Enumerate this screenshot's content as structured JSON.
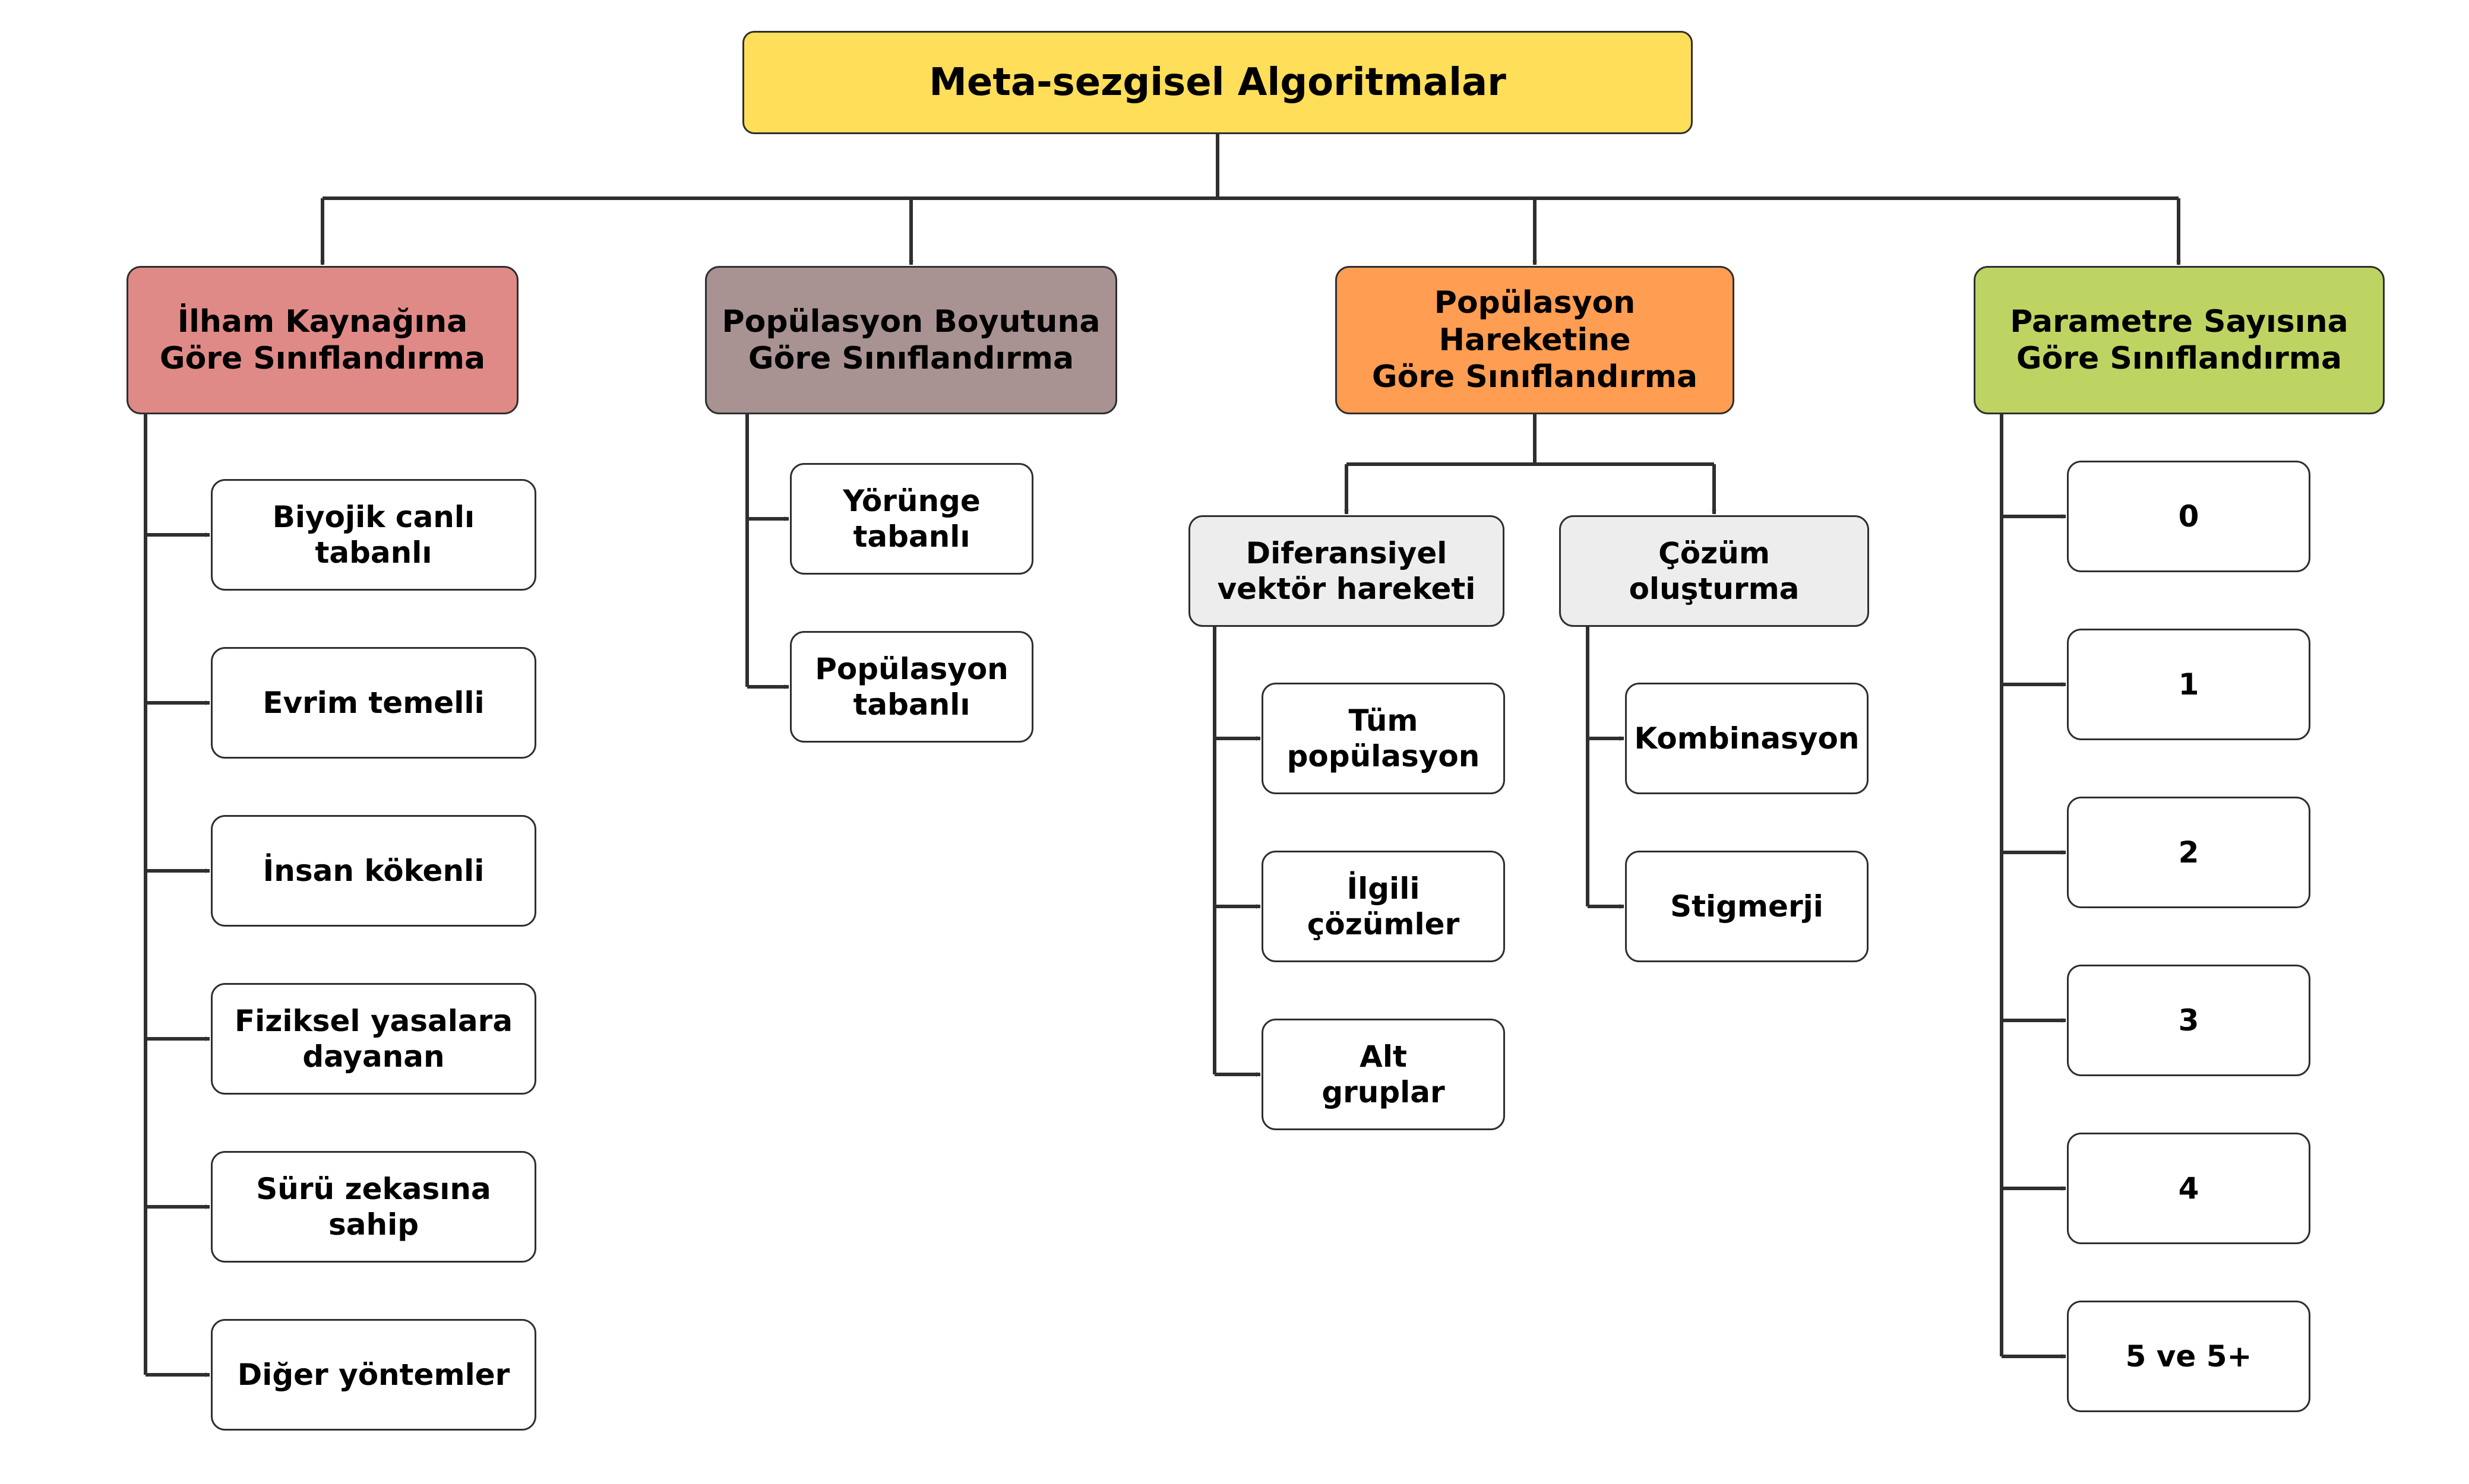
{
  "root": {
    "label": "Meta-sezgisel  Algoritmalar",
    "color": "#FFDE59"
  },
  "categories": [
    {
      "label": "İlham Kaynağına\nGöre Sınıflandırma",
      "color": "#E08A87",
      "children": [
        "Biyojik canlı tabanlı",
        "Evrim temelli",
        "İnsan kökenli",
        "Fiziksel yasalara\ndayanan",
        "Sürü zekasına\nsahip",
        "Diğer yöntemler"
      ]
    },
    {
      "label": "Popülasyon Boyutuna\nGöre Sınıflandırma",
      "color": "#A89292",
      "children": [
        "Yörünge\ntabanlı",
        "Popülasyon\ntabanlı"
      ]
    },
    {
      "label": "Popülasyon Hareketine\nGöre Sınıflandırma",
      "color": "#FF9D52",
      "subgroups": [
        {
          "label": "Diferansiyel\nvektör hareketi",
          "color": "#EDEDED",
          "children": [
            "Tüm\npopülasyon",
            "İlgili\nçözümler",
            "Alt\ngruplar"
          ]
        },
        {
          "label": "Çözüm\noluşturma",
          "color": "#EDEDED",
          "children": [
            "Kombinasyon",
            "Stigmerji"
          ]
        }
      ]
    },
    {
      "label": "Parametre Sayısına\nGöre Sınıflandırma",
      "color": "#BDD462",
      "children": [
        "0",
        "1",
        "2",
        "3",
        "4",
        "5 ve 5+"
      ]
    }
  ]
}
